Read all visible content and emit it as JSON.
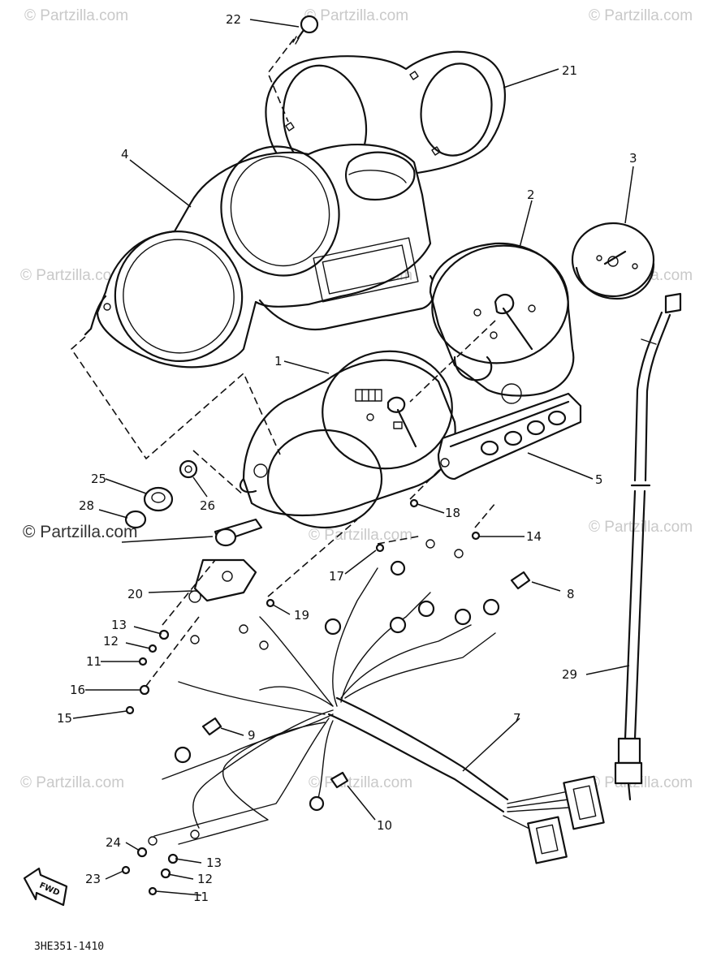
{
  "watermark": "© Partzilla.com",
  "diagram_code": "3HE351-1410",
  "fwd_label": "FWD",
  "callouts": {
    "c1": "1",
    "c2": "2",
    "c3": "3",
    "c4": "4",
    "c5": "5",
    "c7": "7",
    "c8": "8",
    "c9": "9",
    "c10": "10",
    "c11a": "11",
    "c11b": "11",
    "c12a": "12",
    "c12b": "12",
    "c13a": "13",
    "c13b": "13",
    "c14": "14",
    "c15": "15",
    "c16": "16",
    "c17": "17",
    "c18": "18",
    "c19": "19",
    "c20": "20",
    "c21": "21",
    "c22": "22",
    "c23": "23",
    "c24": "24",
    "c25": "25",
    "c26": "26",
    "c28": "28",
    "c29": "29"
  }
}
